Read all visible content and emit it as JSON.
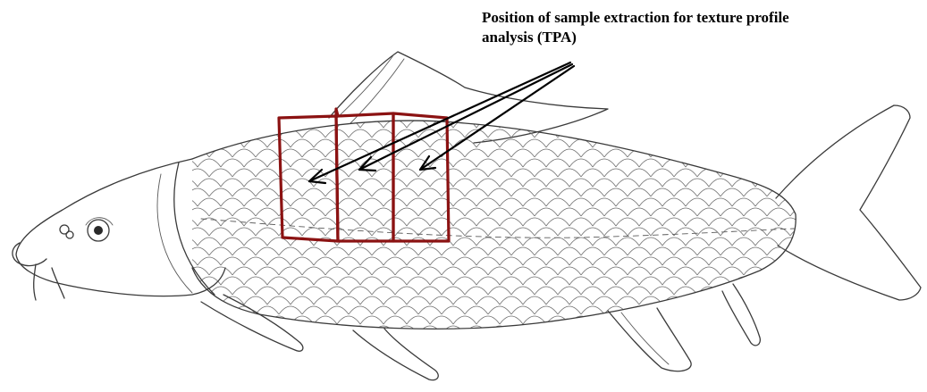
{
  "annotation": {
    "label_line1": "Position of sample extraction for texture profile",
    "label_line2": "analysis (TPA)"
  },
  "illustration": {
    "subject": "carp-fish-line-drawing",
    "sample_region_count": 3
  },
  "colors": {
    "region_outline": "#8b1212",
    "arrow": "#000000",
    "drawing": "#3a3a3a"
  }
}
